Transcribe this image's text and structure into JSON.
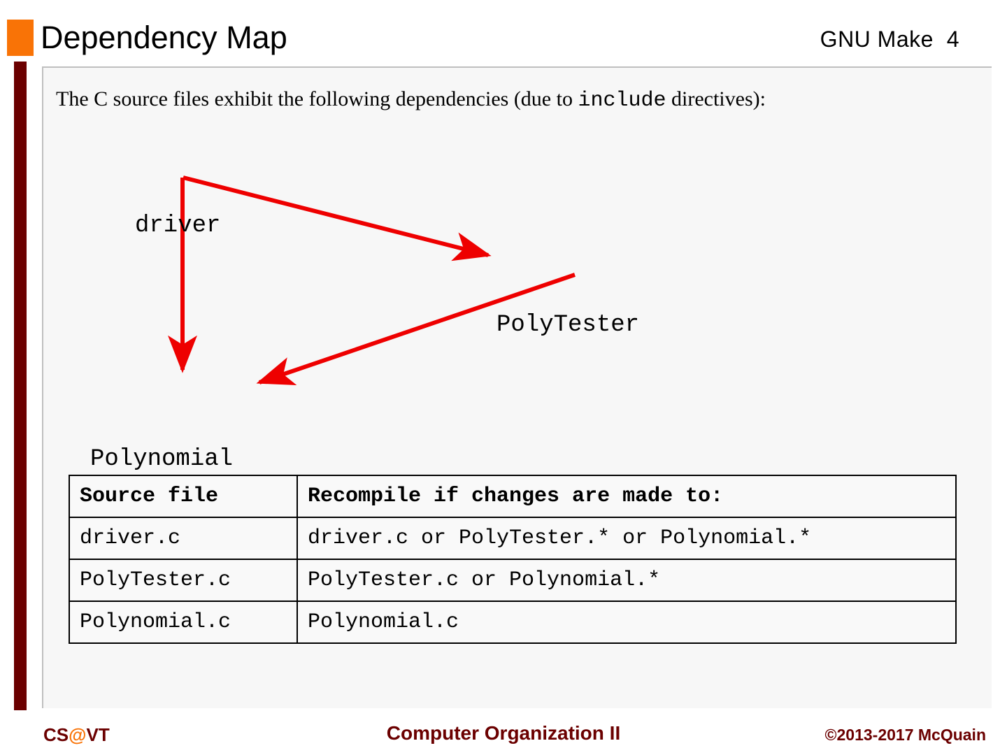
{
  "header": {
    "title": "Dependency Map",
    "right_label": "GNU Make",
    "slide_number": "4",
    "accent_square_color": "#F97306"
  },
  "theme": {
    "accent_orange": "#F97306",
    "accent_maroon": "#6B0000",
    "arrow_red": "#EE0000",
    "panel_bg": "#F7F7F7",
    "panel_border": "#BFBFBF"
  },
  "body": {
    "intro_before": "The C source files exhibit the following dependencies (due to ",
    "intro_mono": "include",
    "intro_after": " directives):"
  },
  "diagram": {
    "nodes": [
      {
        "id": "driver",
        "label": "driver"
      },
      {
        "id": "polytester",
        "label": "PolyTester"
      },
      {
        "id": "polynomial",
        "label": "Polynomial"
      }
    ],
    "edges": [
      {
        "from": "driver",
        "to": "polytester"
      },
      {
        "from": "driver",
        "to": "polynomial"
      },
      {
        "from": "polytester",
        "to": "polynomial"
      }
    ]
  },
  "table": {
    "headers": [
      "Source file",
      "Recompile if changes are made to:"
    ],
    "rows": [
      [
        "driver.c",
        "driver.c or PolyTester.* or Polynomial.*"
      ],
      [
        "PolyTester.c",
        "PolyTester.c or Polynomial.*"
      ],
      [
        "Polynomial.c",
        "Polynomial.c"
      ]
    ]
  },
  "footer": {
    "left_pre": "CS",
    "left_at": "@",
    "left_post": "VT",
    "center": "Computer Organization II",
    "right": "©2013-2017 McQuain"
  }
}
